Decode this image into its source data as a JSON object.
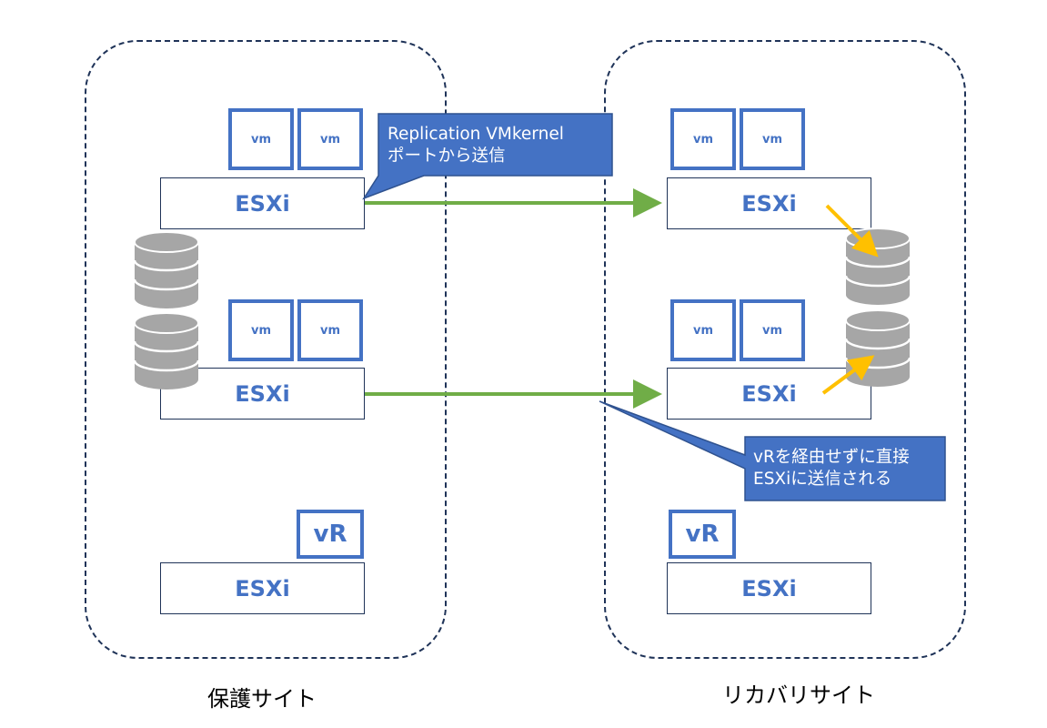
{
  "sites": {
    "protected": {
      "label": "保護サイト"
    },
    "recovery": {
      "label": "リカバリサイト"
    }
  },
  "hosts": {
    "esxi_label": "ESXi",
    "vm_label": "vm",
    "vr_label": "vR"
  },
  "callouts": {
    "replication": {
      "line1": "Replication VMkernel",
      "line2": "ポートから送信"
    },
    "direct": {
      "line1": "vRを経由せずに直接",
      "line2": "ESXiに送信される"
    }
  },
  "colors": {
    "site_border": "#1f3358",
    "accent_blue": "#4472c4",
    "replication_arrow": "#70ad47",
    "write_arrow": "#ffc000",
    "datastore_gray": "#a6a6a6"
  },
  "icons": [
    "datastore-icon"
  ]
}
